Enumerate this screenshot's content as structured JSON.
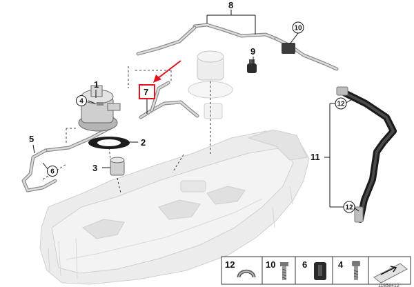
{
  "callouts": {
    "c1": "1",
    "c2": "2",
    "c3": "3",
    "c4": "4",
    "c5": "5",
    "c6": "6",
    "c7": "7",
    "c8": "8",
    "c9": "9",
    "c10": "10",
    "c11": "11",
    "c12a": "12",
    "c12b": "12"
  },
  "highlight_color": "#e0121b",
  "legend": [
    {
      "num": "12",
      "icon": "clip-icon"
    },
    {
      "num": "10",
      "icon": "screw-icon"
    },
    {
      "num": "6",
      "icon": "grommet-icon"
    },
    {
      "num": "4",
      "icon": "bolt-icon"
    }
  ],
  "image_id": "11858412"
}
